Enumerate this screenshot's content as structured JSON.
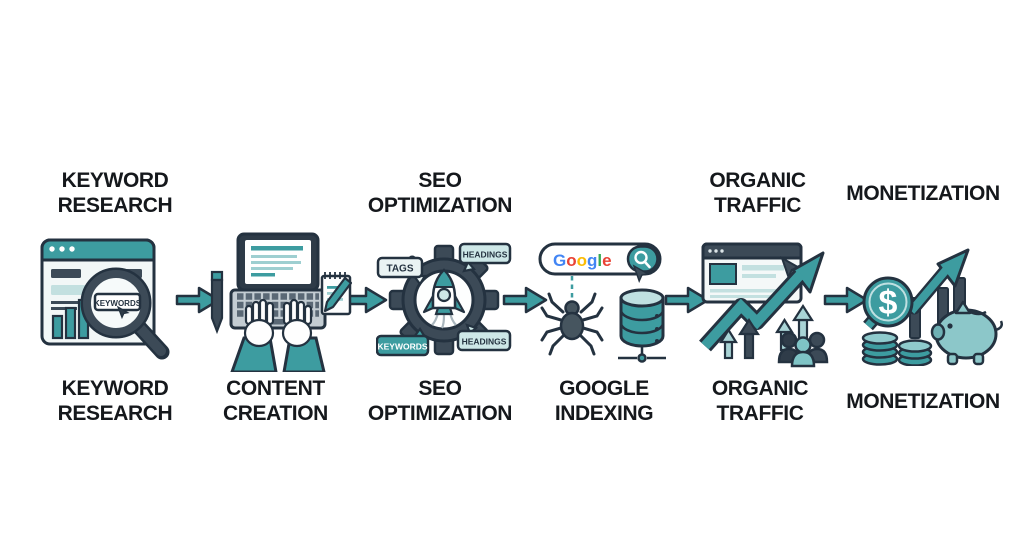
{
  "diagram_title": "SEO workflow process diagram",
  "colors": {
    "background": "#FFFFFF",
    "teal": "#3D9CA0",
    "teal_light": "#C3E0E0",
    "teal_pale": "#A9D4D6",
    "piggy_teal": "#8CC7C9",
    "navy_outline": "#243240",
    "slate": "#3C4A57",
    "label_text": "#15181C",
    "google_blue": "#4285F4",
    "google_red": "#EA4335",
    "google_yellow": "#FBBC05",
    "google_green": "#34A853"
  },
  "stages": [
    {
      "name": "keyword-research",
      "top_label": [
        "KEYWORD",
        "RESEARCH"
      ],
      "bottom_label": [
        "KEYWORD",
        "RESEARCH"
      ]
    },
    {
      "name": "content-creation",
      "top_label": [],
      "bottom_label": [
        "CONTENT",
        "CREATION"
      ]
    },
    {
      "name": "seo-optimization",
      "top_label": [
        "SEO",
        "OPTIMIZATION"
      ],
      "bottom_label": [
        "SEO",
        "OPTIMIZATION"
      ]
    },
    {
      "name": "google-indexing",
      "top_label": [],
      "bottom_label": [
        "GOOGLE",
        "INDEXING"
      ]
    },
    {
      "name": "organic-traffic",
      "top_label": [
        "ORGANIC",
        "TRAFFIC"
      ],
      "bottom_label": [
        "ORGANIC",
        "TRAFFIC"
      ]
    },
    {
      "name": "monetization",
      "top_label": [
        "MONETIZATION"
      ],
      "bottom_label": [
        "MONETIZATION"
      ]
    }
  ],
  "icons": {
    "magnifier_label": "KEYWORDS",
    "seo_bubbles": {
      "top_left": "TAGS",
      "top_right": "HEADINGS",
      "bottom_left": "KEYWORDS",
      "bottom_right": "HEADINGS"
    },
    "google_logo": {
      "letters": [
        {
          "char": "G",
          "color": "#4285F4"
        },
        {
          "char": "o",
          "color": "#EA4335"
        },
        {
          "char": "o",
          "color": "#FBBC05"
        },
        {
          "char": "g",
          "color": "#4285F4"
        },
        {
          "char": "l",
          "color": "#34A853"
        },
        {
          "char": "e",
          "color": "#EA4335"
        }
      ]
    },
    "dollar_sign": "$"
  }
}
